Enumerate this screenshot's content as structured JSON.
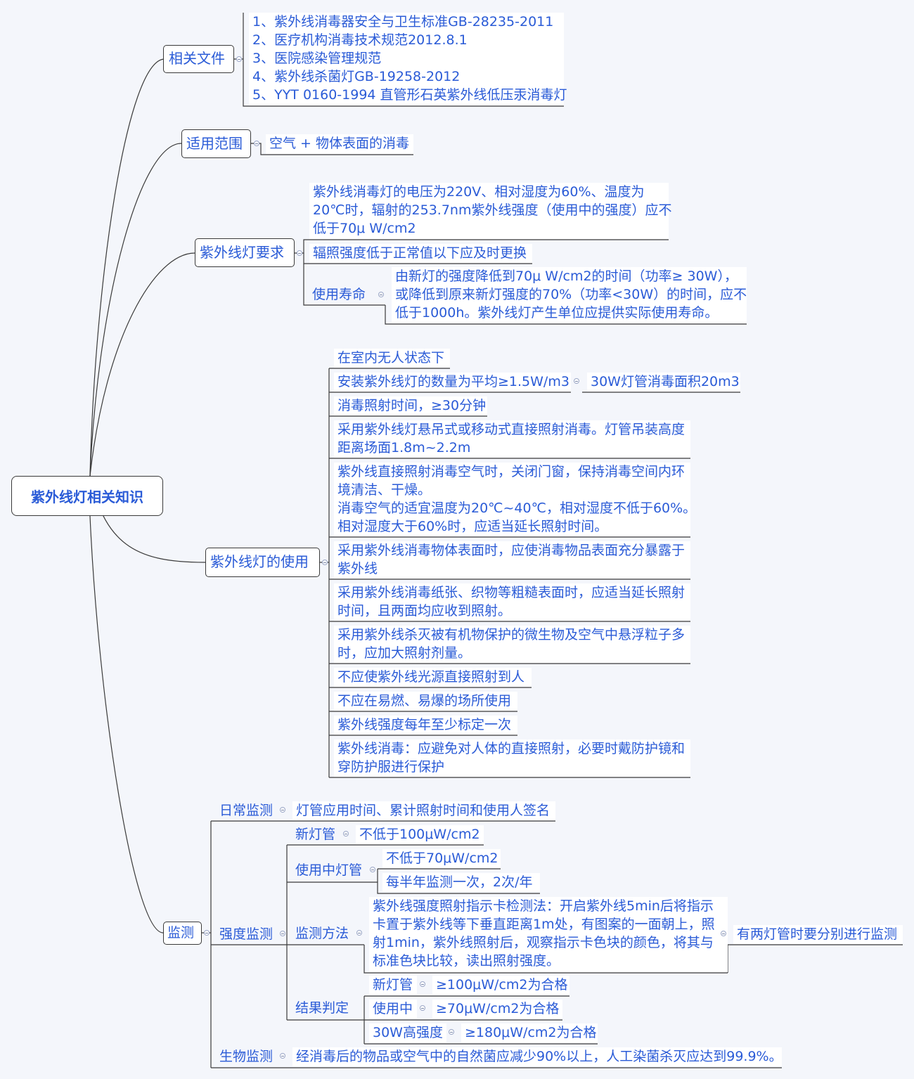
{
  "root": "紫外线灯相关知识",
  "related_docs": {
    "title": "相关文件",
    "items": [
      "1、紫外线消毒器安全与卫生标准GB-28235-2011",
      "2、医疗机构消毒技术规范2012.8.1",
      "3、医院感染管理规范",
      "4、紫外线杀菌灯GB-19258-2012",
      "5、YYT 0160-1994 直管形石英紫外线低压汞消毒灯"
    ]
  },
  "scope": {
    "title": "适用范围",
    "text": "空气 + 物体表面的消毒"
  },
  "requirements": {
    "title": "紫外线灯要求",
    "intensity_lines": [
      "紫外线消毒灯的电压为220V、相对湿度为60%、温度为",
      "20℃时，辐射的253.7nm紫外线强度（使用中的强度）应不",
      "低于70μ W/cm2"
    ],
    "replace": "辐照强度低于正常值以下应及时更换",
    "life_title": "使用寿命",
    "life_lines": [
      "由新灯的强度降低到70μ W/cm2的时间（功率≥ 30W），",
      "或降低到原来新灯强度的70%（功率<30W）的时间，应不",
      "低于1000h。紫外线灯产生单位应提供实际使用寿命。"
    ]
  },
  "usage": {
    "title": "紫外线灯的使用",
    "unattended": "在室内无人状态下",
    "quantity": "安装紫外线灯的数量为平均≥1.5W/m3",
    "quantity_child": "30W灯管消毒面积20m3",
    "time": "消毒照射时间，≥30分钟",
    "hanging_lines": [
      "采用紫外线灯悬吊式或移动式直接照射消毒。灯管吊装高度",
      "距离场面1.8m~2.2m"
    ],
    "air_lines": [
      "紫外线直接照射消毒空气时，关闭门窗，保持消毒空间内环",
      "境清洁、干燥。",
      "消毒空气的适宜温度为20℃~40℃，相对湿度不低于60%。",
      "相对湿度大于60%时，应适当延长照射时间。"
    ],
    "surface_lines": [
      "采用紫外线消毒物体表面时，应使消毒物品表面充分暴露于",
      "紫外线"
    ],
    "rough_lines": [
      "采用紫外线消毒纸张、织物等粗糙表面时，应适当延长照射",
      "时间，且两面均应收到照射。"
    ],
    "organic_lines": [
      "采用紫外线杀灭被有机物保护的微生物及空气中悬浮粒子多",
      "时，应加大照射剂量。"
    ],
    "no_people": "不应使紫外线光源直接照射到人",
    "no_flammable": "不应在易燃、易爆的场所使用",
    "calibrate": "紫外线强度每年至少标定一次",
    "protect_lines": [
      "紫外线消毒：应避免对人体的直接照射，必要时戴防护镜和",
      "穿防护服进行保护"
    ]
  },
  "monitoring": {
    "title": "监测",
    "daily_title": "日常监测",
    "daily_text": "灯管应用时间、累计照射时间和使用人签名",
    "intensity_title": "强度监测",
    "new_tube": "新灯管",
    "new_tube_val": "不低于100μW/cm2",
    "in_use_tube": "使用中灯管",
    "in_use_val": "不低于70μW/cm2",
    "in_use_freq": "每半年监测一次，2次/年",
    "method_title": "监测方法",
    "method_lines": [
      "紫外线强度照射指示卡检测法：开启紫外线5min后将指示",
      "卡置于紫外线等下垂直距离1m处，有图案的一面朝上，照",
      "射1min，紫外线照射后，观察指示卡色块的颜色，将其与",
      "标准色块比较，读出照射强度。"
    ],
    "method_child": "有两灯管时要分别进行监测",
    "result_title": "结果判定",
    "result_new": "新灯管",
    "result_new_val": "≥100μW/cm2为合格",
    "result_use": "使用中",
    "result_use_val": "≥70μW/cm2为合格",
    "result_30w": "30W高强度",
    "result_30w_val": "≥180μW/cm2为合格",
    "bio_title": "生物监测",
    "bio_text": "经消毒后的物品或空气中的自然菌应减少90%以上，人工染菌杀灭应达到99.9%。"
  }
}
